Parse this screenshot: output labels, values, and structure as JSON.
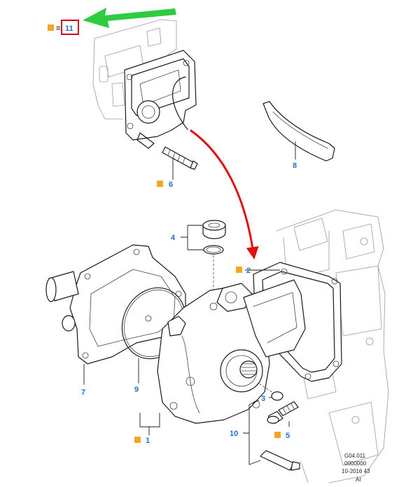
{
  "colors": {
    "callout_text": "#1f6fd1",
    "marker_square": "#f5a623",
    "highlight_box": "#d0021b",
    "green_arrow": "#2ecc40",
    "red_arrow": "#e01010"
  },
  "header_callout": {
    "symbol": "=",
    "number": "11"
  },
  "callouts": {
    "c1": "1",
    "c2": "2",
    "c3": "3",
    "c4": "4",
    "c5": "5",
    "c6": "6",
    "c7": "7",
    "c8": "8",
    "c9": "9",
    "c10": "10"
  },
  "reference_code": {
    "line1": "G04.011",
    "line2": "0000000",
    "line3": "10-2016 43",
    "line4": "AI"
  }
}
